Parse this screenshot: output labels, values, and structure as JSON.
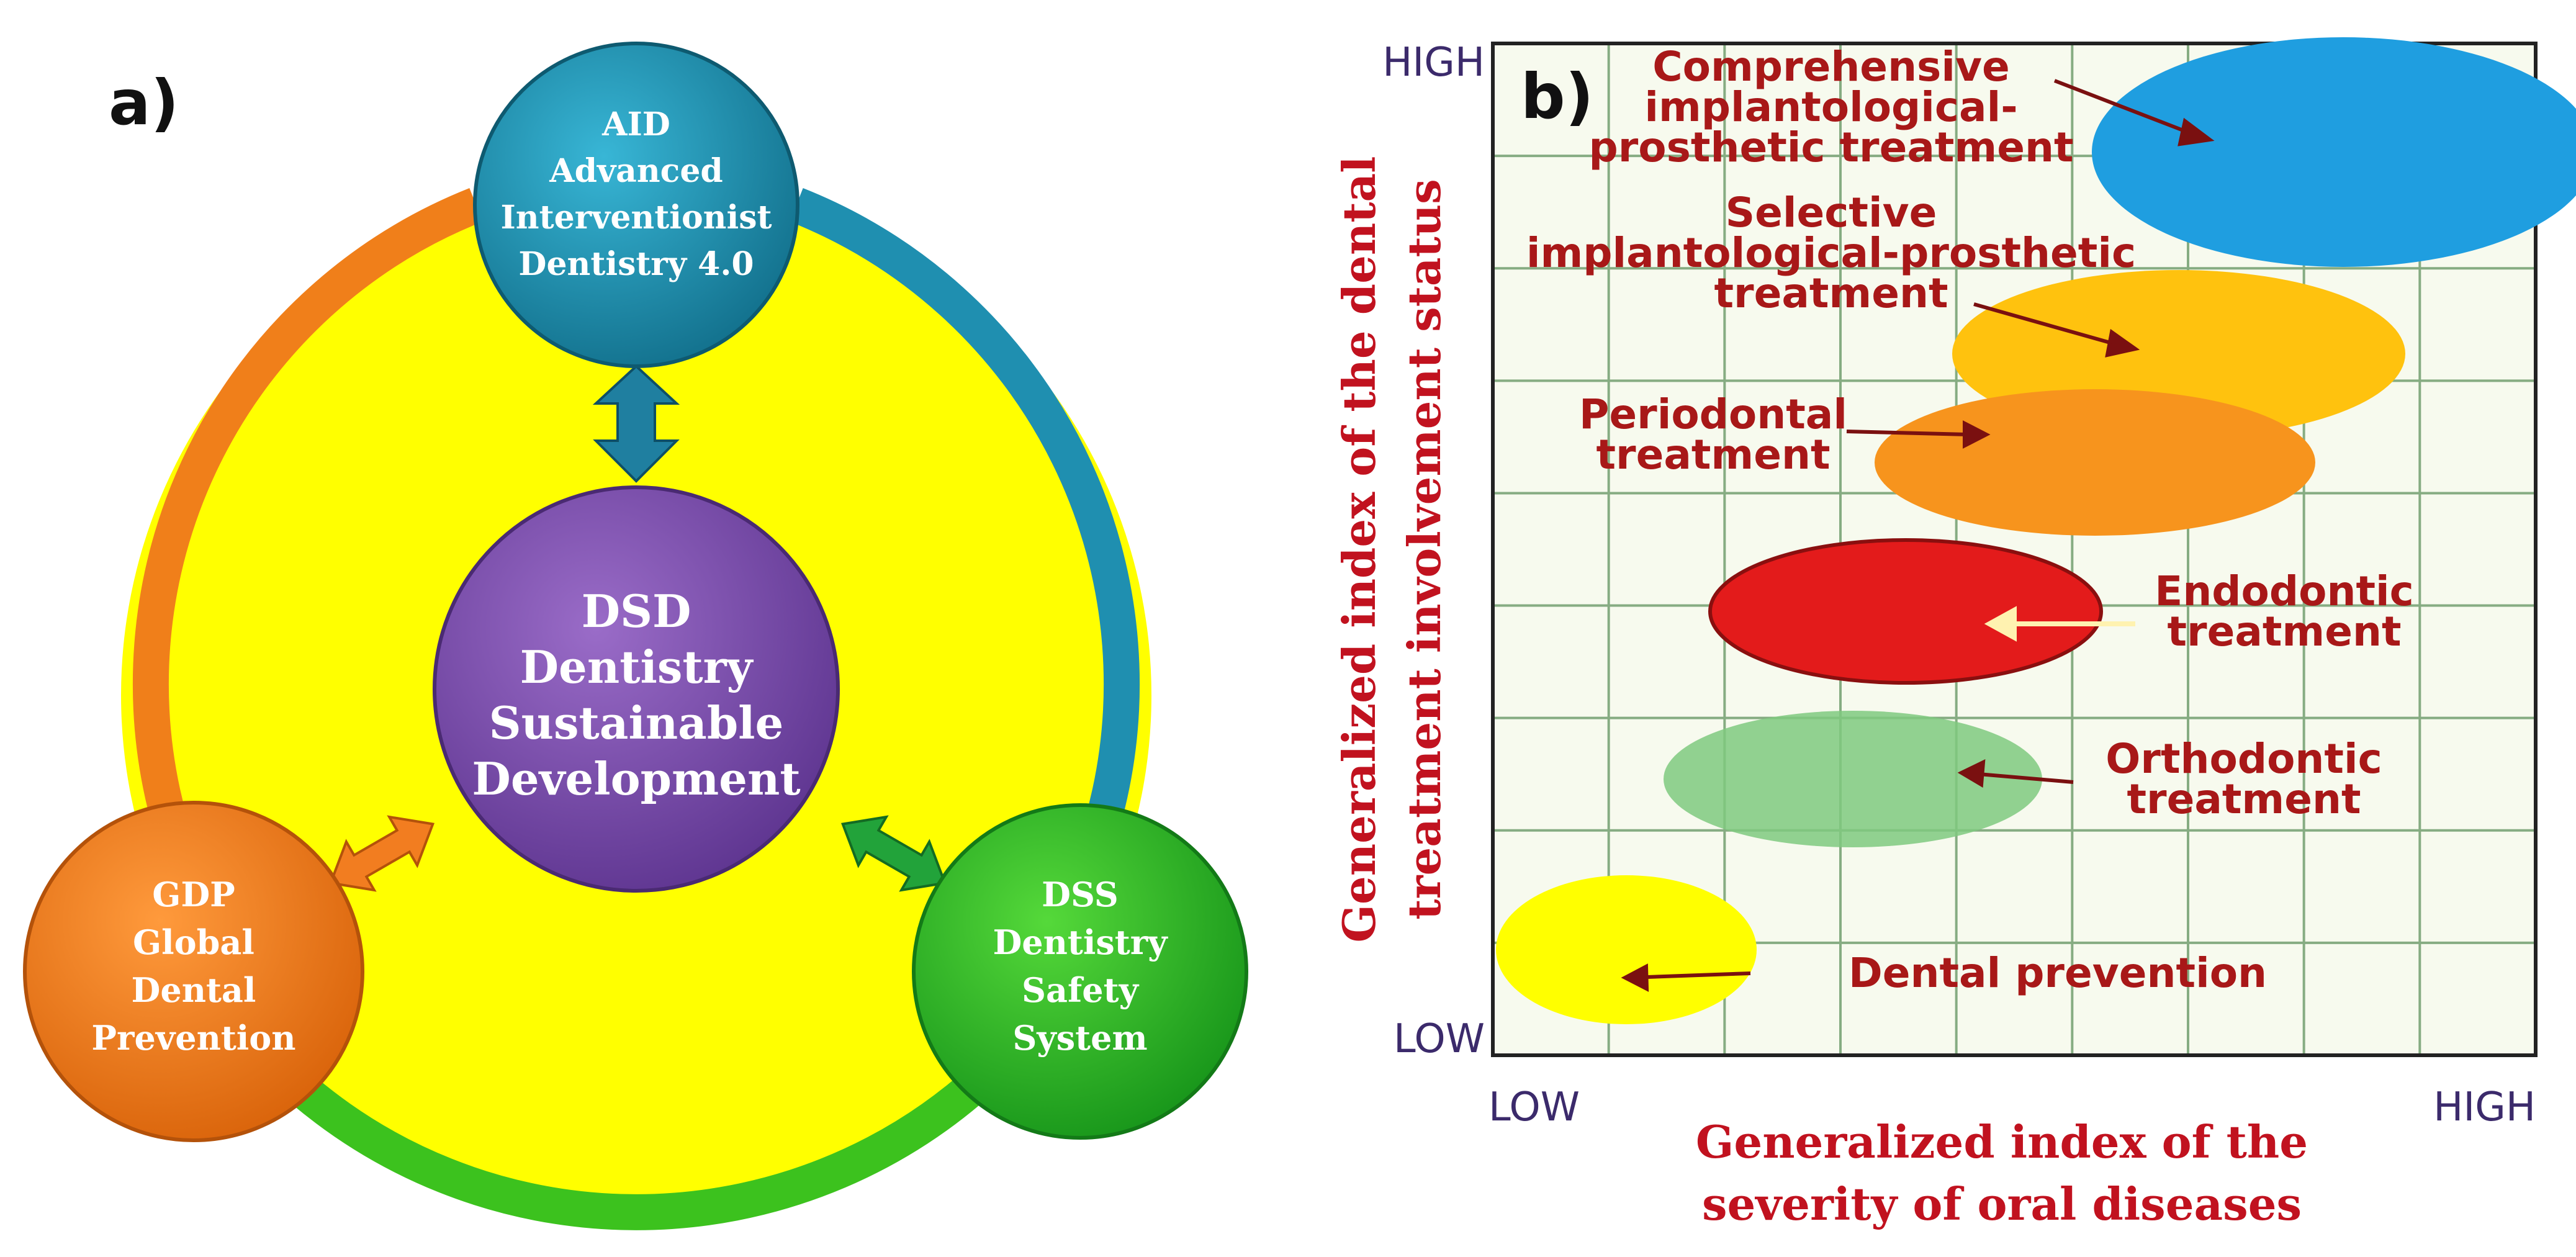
{
  "panel_a": {
    "label": "a)",
    "center": {
      "lines": [
        "DSD",
        "Dentistry",
        "Sustainable",
        "Development"
      ]
    },
    "top": {
      "lines": [
        "AID",
        "Advanced",
        "Interventionist",
        "Dentistry 4.0"
      ]
    },
    "left": {
      "lines": [
        "GDP",
        "Global",
        "Dental",
        "Prevention"
      ]
    },
    "right": {
      "lines": [
        "DSS",
        "Dentistry",
        "Safety",
        "System"
      ]
    },
    "colors": {
      "background_yellow": "#ffff00",
      "ring_orange": "#f07f1a",
      "ring_teal": "#1f8fb0",
      "ring_green": "#3cc21e",
      "center_purple": "#7b4aa6",
      "top_teal": "#1e95b5",
      "left_orange": "#ef7d1c",
      "right_green": "#2ab51e"
    }
  },
  "panel_b": {
    "label": "b)",
    "y_high": "HIGH",
    "y_low": "LOW",
    "x_low": "LOW",
    "x_high": "HIGH",
    "y_axis_title": [
      "Generalized  index of the dental",
      "treatment involvement status"
    ],
    "x_axis_title": [
      "Generalized  index of the",
      "severity of oral diseases"
    ],
    "items": [
      {
        "key": "comprehensive",
        "lines": [
          "Comprehensive",
          "implantological-",
          "prosthetic treatment"
        ],
        "color": "#1f9ee0"
      },
      {
        "key": "selective",
        "lines": [
          "Selective",
          "implantological-prosthetic",
          "treatment"
        ],
        "color": "#ffc20e"
      },
      {
        "key": "periodontal",
        "lines": [
          "Periodontal",
          "treatment"
        ],
        "color": "#f7941d"
      },
      {
        "key": "endodontic",
        "lines": [
          "Endodontic",
          "treatment"
        ],
        "color": "#e31b1b"
      },
      {
        "key": "orthodontic",
        "lines": [
          "Orthodontic",
          "treatment"
        ],
        "color": "#7fc97f"
      },
      {
        "key": "prevention",
        "lines": [
          "Dental prevention"
        ],
        "color": "#ffff00"
      }
    ],
    "colors": {
      "axis_label": "#3b2a6b",
      "title_red": "#c1121f",
      "item_label": "#a81818",
      "plot_bg": "#f7faee",
      "grid": "#2a6e2a"
    }
  }
}
